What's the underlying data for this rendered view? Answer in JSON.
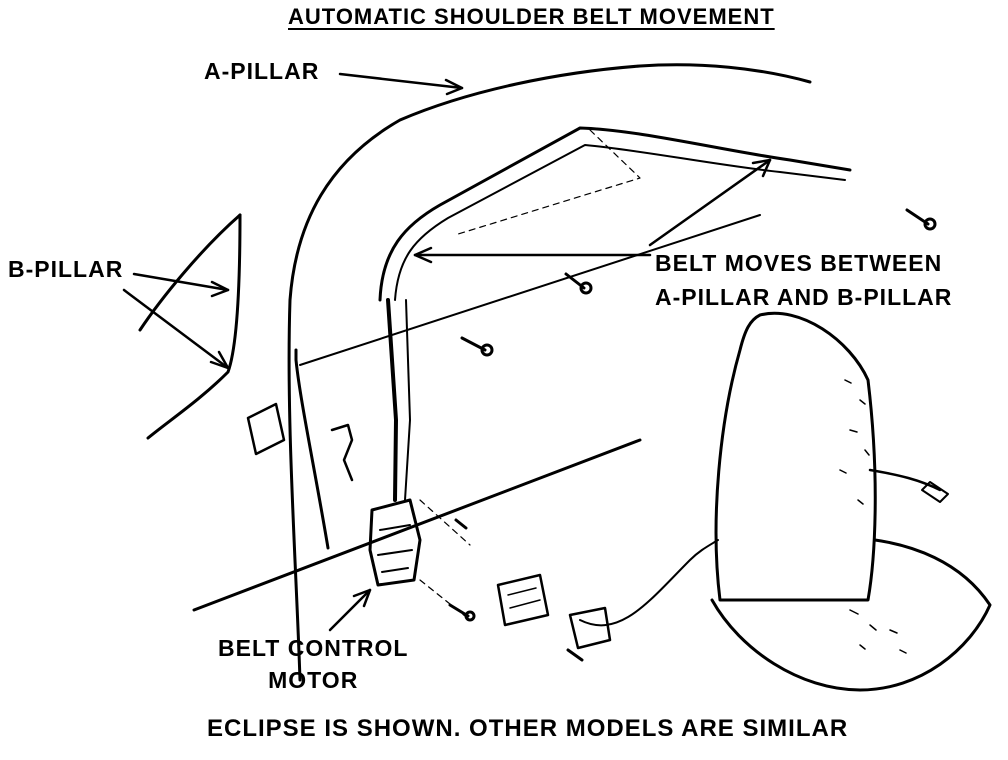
{
  "title": "AUTOMATIC SHOULDER BELT MOVEMENT",
  "labels": {
    "a_pillar": "A-PILLAR",
    "b_pillar": "B-PILLAR",
    "belt_moves_line1": "BELT MOVES BETWEEN",
    "belt_moves_line2": "A-PILLAR AND B-PILLAR",
    "motor_line1": "BELT CONTROL",
    "motor_line2": "MOTOR"
  },
  "footer": "ECLIPSE IS SHOWN. OTHER MODELS ARE SIMILAR",
  "colors": {
    "ink": "#000000",
    "paper": "#ffffff"
  }
}
